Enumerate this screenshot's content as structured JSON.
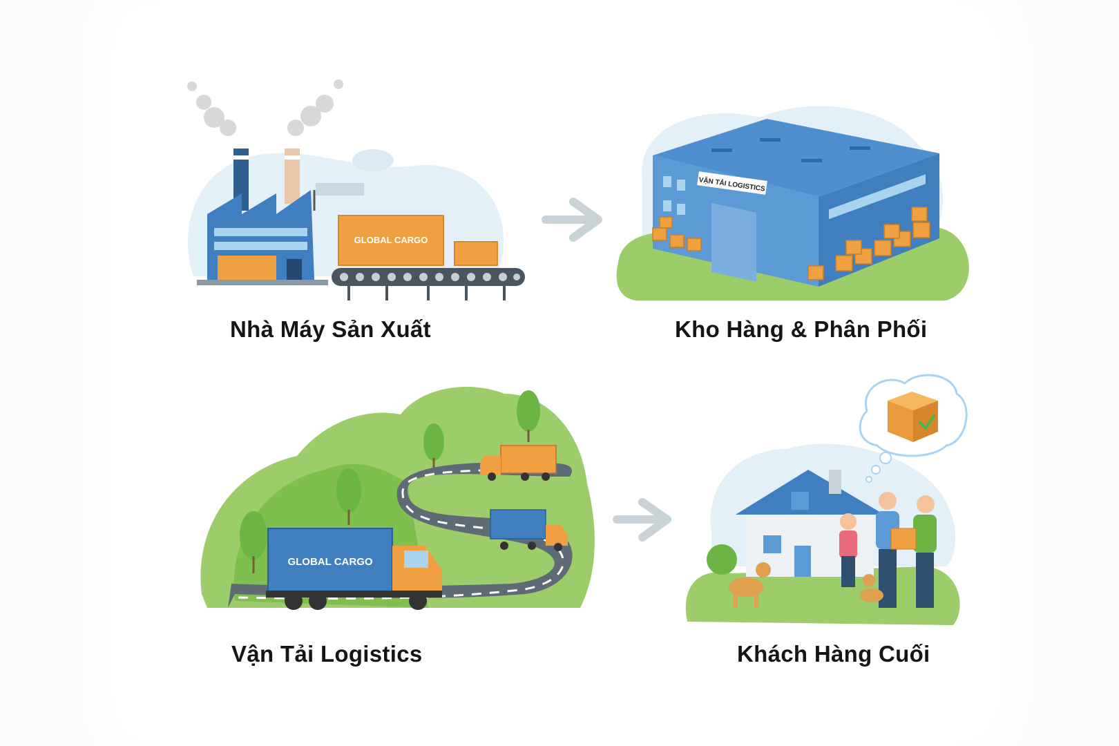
{
  "stages": [
    {
      "label": "Nhà Máy Sản Xuất"
    },
    {
      "label": "Kho Hàng & Phân Phối"
    },
    {
      "label": "Vận Tải Logistics"
    },
    {
      "label": "Khách Hàng Cuối"
    }
  ],
  "signs": {
    "container": "GLOBAL CARGO",
    "warehouse": "VẬN TẢI LOGISTICS"
  },
  "colors": {
    "blue": "#3f7fbf",
    "orange": "#f0a040",
    "green": "#8cc65a",
    "arrow": "#c9d2d6"
  }
}
